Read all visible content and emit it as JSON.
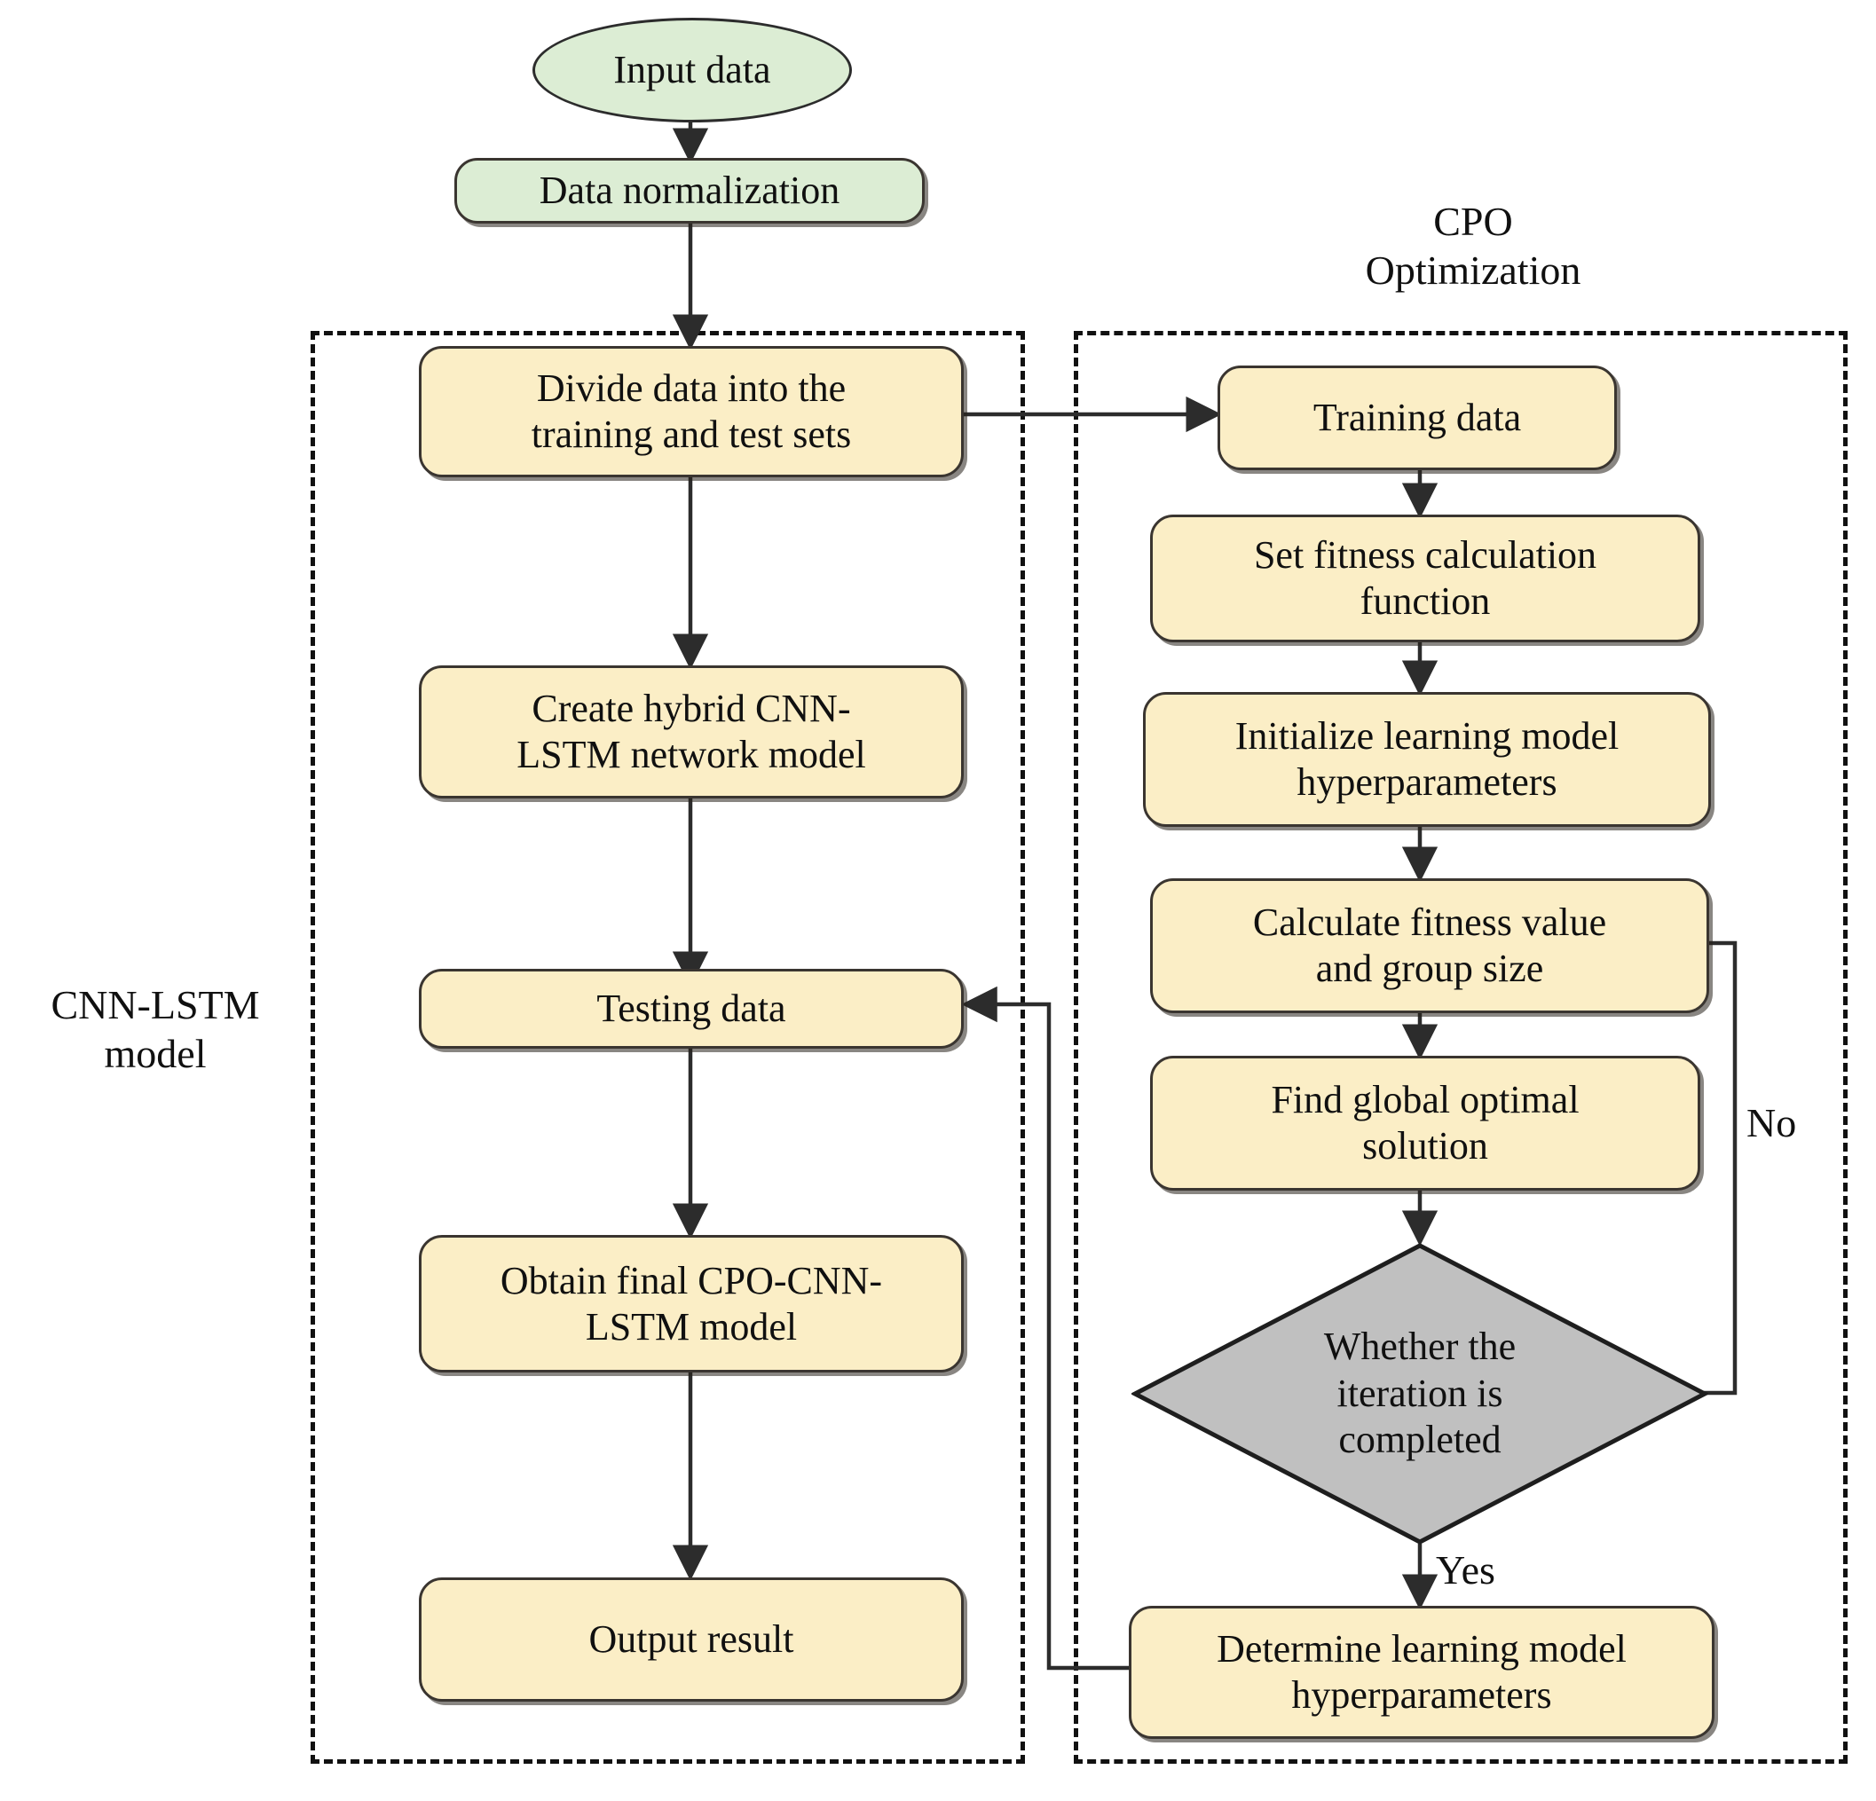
{
  "diagram": {
    "title": "CPO-CNN-LSTM model flowchart",
    "colors": {
      "cream_fill": "#fbeec6",
      "green_fill": "#dcedd4",
      "decision_fill": "#c0c0c0",
      "stroke": "#2c2c2c",
      "dashed_group": "#111111",
      "text": "#101010"
    }
  },
  "groups": {
    "left": {
      "label": "CNN-LSTM\nmodel"
    },
    "right": {
      "label": "CPO\nOptimization"
    }
  },
  "left_column": {
    "nodes": [
      {
        "id": "input-data",
        "text": "Input data",
        "shape": "terminator",
        "fill": "green"
      },
      {
        "id": "data-normalization",
        "text": "Data normalization",
        "shape": "process",
        "fill": "green"
      },
      {
        "id": "divide-data",
        "text": "Divide data into the\ntraining and test sets",
        "shape": "process",
        "fill": "cream"
      },
      {
        "id": "create-hybrid",
        "text": "Create hybrid CNN-\nLSTM network model",
        "shape": "process",
        "fill": "cream"
      },
      {
        "id": "testing-data",
        "text": "Testing data",
        "shape": "process",
        "fill": "cream"
      },
      {
        "id": "obtain-final",
        "text": "Obtain final CPO-CNN-\nLSTM model",
        "shape": "process",
        "fill": "cream"
      },
      {
        "id": "output-result",
        "text": "Output result",
        "shape": "process",
        "fill": "cream"
      }
    ]
  },
  "right_column": {
    "nodes": [
      {
        "id": "training-data",
        "text": "Training data",
        "shape": "process",
        "fill": "cream"
      },
      {
        "id": "set-fitness",
        "text": "Set fitness calculation\nfunction",
        "shape": "process",
        "fill": "cream"
      },
      {
        "id": "initialize-hyper",
        "text": "Initialize learning model\nhyperparameters",
        "shape": "process",
        "fill": "cream"
      },
      {
        "id": "calculate-fitness",
        "text": "Calculate fitness value\nand group size",
        "shape": "process",
        "fill": "cream"
      },
      {
        "id": "find-global",
        "text": "Find global optimal\nsolution",
        "shape": "process",
        "fill": "cream"
      },
      {
        "id": "whether-iteration",
        "text": "Whether the\niteration is\ncompleted",
        "shape": "decision",
        "fill": "gray"
      },
      {
        "id": "determine-hyper",
        "text": "Determine learning model\nhyperparameters",
        "shape": "process",
        "fill": "cream"
      }
    ]
  },
  "edge_labels": {
    "no": "No",
    "yes": "Yes"
  }
}
